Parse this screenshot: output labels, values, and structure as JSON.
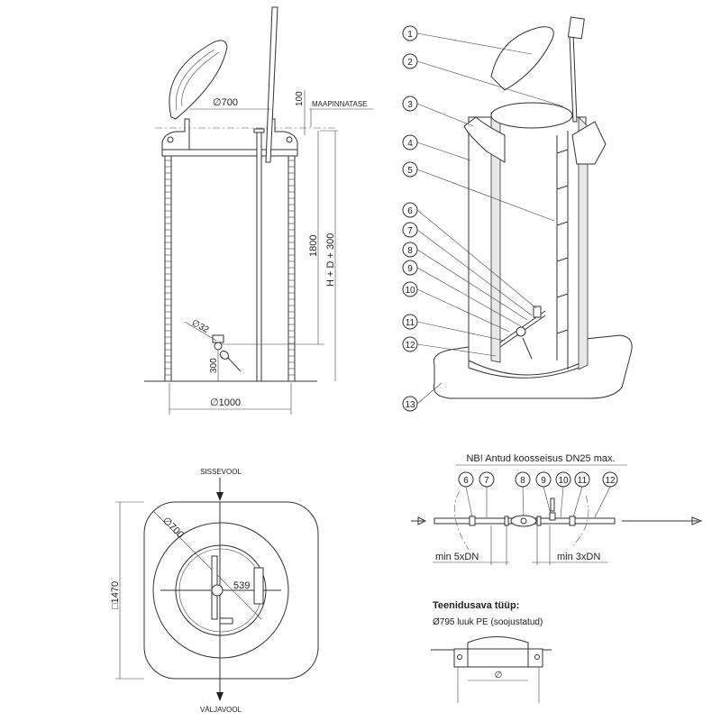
{
  "front_view": {
    "dim_opening": "∅700",
    "dim_lid_height": "100",
    "ground_level_label": "MAAPINNATASE",
    "dim_height_1800": "1800",
    "dim_total_height": "H + D + 300",
    "dim_pipe": "∅32",
    "dim_pipe_height": "300",
    "dim_diameter": "∅1000"
  },
  "iso_view": {
    "callouts": [
      "1",
      "2",
      "3",
      "4",
      "5",
      "6",
      "7",
      "8",
      "9",
      "10",
      "11",
      "12",
      "13"
    ]
  },
  "plan_view": {
    "inflow_label": "SISSEVOOL",
    "outflow_label": "VÄLJAVOOL",
    "dim_square": "□1470",
    "dim_opening": "∅700",
    "dim_offset": "539"
  },
  "pipe_schematic": {
    "title": "NB! Antud koosseisus DN25 max.",
    "callouts": [
      "6",
      "7",
      "8",
      "9",
      "10",
      "11",
      "12"
    ],
    "dim_upstream": "min 5xDN",
    "dim_downstream": "min 3xDN"
  },
  "service_hatch": {
    "heading": "Teenidusava tüüp:",
    "description": "Ø795 luuk PE (soojustatud)",
    "dim_symbol": "∅"
  }
}
